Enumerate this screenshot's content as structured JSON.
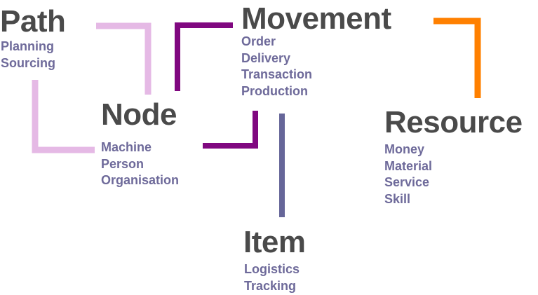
{
  "colors": {
    "title": "#4a4a4a",
    "item_text": "#6e6a9a",
    "connector_light_purple": "#e5b9e5",
    "connector_dark_purple": "#800880",
    "connector_orange": "#ff8000",
    "connector_slate": "#666699"
  },
  "concepts": {
    "path": {
      "title": "Path",
      "items": [
        "Planning",
        "Sourcing"
      ]
    },
    "movement": {
      "title": "Movement",
      "items": [
        "Order",
        "Delivery",
        "Transaction",
        "Production"
      ]
    },
    "node": {
      "title": "Node",
      "items": [
        "Machine",
        "Person",
        "Organisation"
      ]
    },
    "resource": {
      "title": "Resource",
      "items": [
        "Money",
        "Material",
        "Service",
        "Skill"
      ]
    },
    "item": {
      "title": "Item",
      "items": [
        "Logistics",
        "Tracking"
      ]
    }
  }
}
